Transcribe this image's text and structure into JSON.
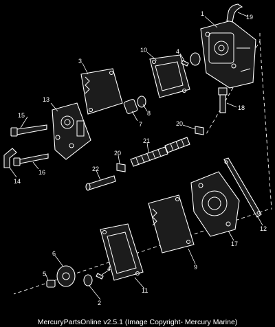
{
  "caption": "MercuryPartsOnline v2.5.1 (Image Copyright- Mercury Marine)",
  "callouts": {
    "c1": "1",
    "c19": "19",
    "c3": "3",
    "c10": "10",
    "c4a": "4",
    "c13": "13",
    "c15": "15",
    "c8": "8",
    "c7": "7",
    "c18": "18",
    "c20a": "20",
    "c21": "21",
    "c16": "16",
    "c14": "14",
    "c22": "22",
    "c20b": "20",
    "c12": "12",
    "c17": "17",
    "c9": "9",
    "c6": "6",
    "c4b": "4",
    "c5": "5",
    "c11": "11",
    "c2": "2"
  }
}
